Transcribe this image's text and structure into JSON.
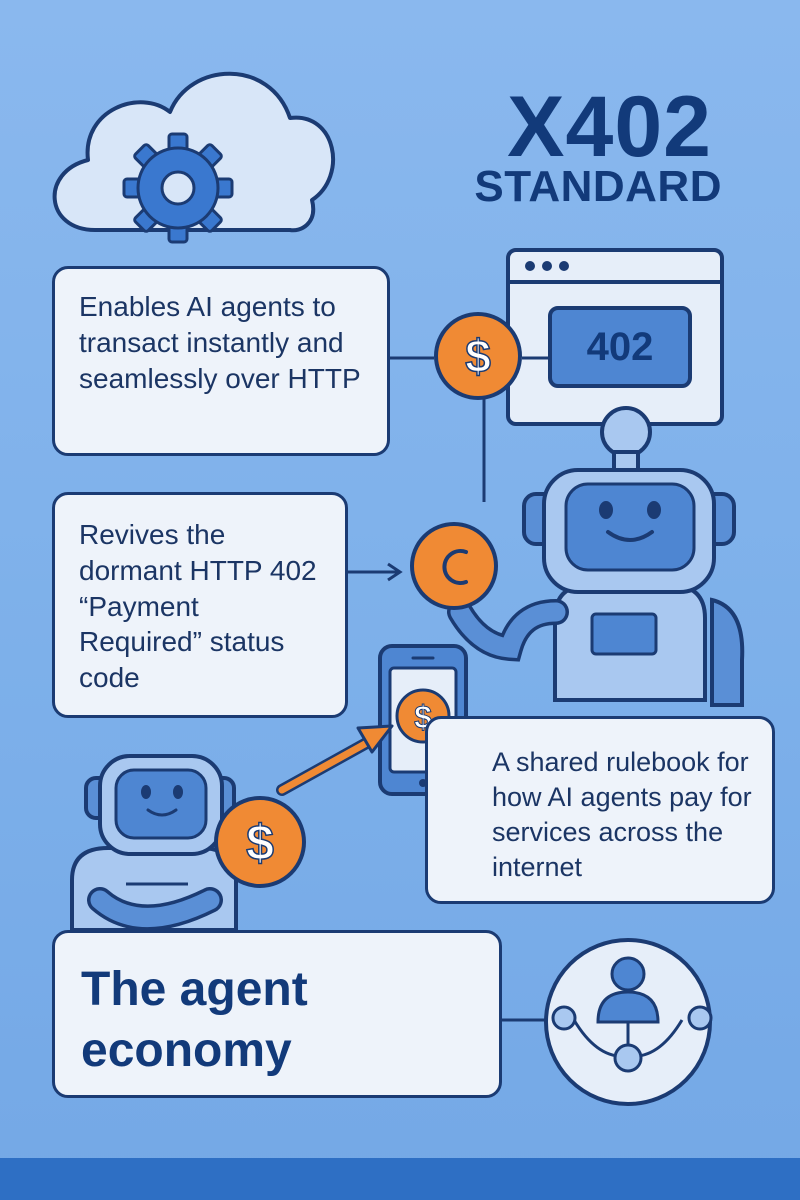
{
  "header": {
    "title": "X402",
    "subtitle": "STANDARD"
  },
  "cards": [
    {
      "id": "transact",
      "text": "Enables AI agents to transact instantly and seamlessly over HTTP"
    },
    {
      "id": "revives",
      "text": "Revives the dormant HTTP 402 “Payment Required” status code"
    },
    {
      "id": "rulebook",
      "text": "A shared rulebook for how AI agents pay for services across the internet"
    },
    {
      "id": "economy",
      "text": "The agent economy"
    }
  ],
  "browser_window": {
    "status_code": "402"
  },
  "icons": {
    "cloud": "cloud-gear-icon",
    "coin": "dollar-coin-icon",
    "robot": "robot-icon",
    "phone": "smartphone-icon",
    "network": "user-network-icon"
  },
  "colors": {
    "background": "#8ab8ee",
    "navy": "#1b3b73",
    "card": "#eef3fa",
    "mid_blue": "#5a8fd6",
    "light_blue": "#a9c8f0",
    "coin_orange": "#f08a34",
    "footer": "#2e6fc4"
  }
}
